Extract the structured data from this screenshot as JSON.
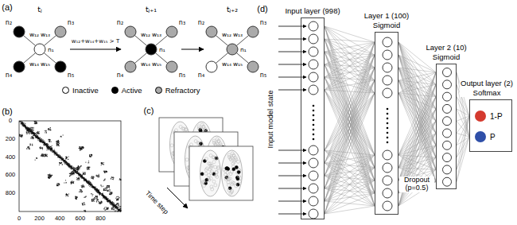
{
  "diagram": {
    "nodes": [
      {
        "text": [
          "Input layer (998)"
        ]
      },
      {
        "text": [
          "Layer 1 (100)",
          "Sigmoid"
        ]
      },
      {
        "text": [
          "Layer 2 (10)",
          "Sigmoid"
        ]
      },
      {
        "text": [
          "Output layer (2)",
          "Softmax",
          "1-P",
          "P"
        ]
      }
    ],
    "edges": [
      {
        "from": 0,
        "to": 1,
        "arrow": "none"
      },
      {
        "from": 1,
        "to": 2,
        "arrow": "none"
      },
      {
        "from": 2,
        "to": 3,
        "arrow": "none"
      }
    ],
    "labels": [
      "(a)",
      "tⱼ",
      "tⱼ₊₁",
      "tⱼ₊₂",
      "w₁₂+w₁₄+w₁₅ > T",
      "n₂",
      "n₃",
      "n₁",
      "w₁₂",
      "w₁₃",
      "w₁₄",
      "w₁₅",
      "n₄",
      "n₅",
      "n₂",
      "n₃",
      "n₁",
      "w₁₂",
      "w₁₃",
      "w₁₄",
      "w₁₅",
      "n₄",
      "n₅",
      "n₂",
      "n₃",
      "n₁",
      "w₁₂",
      "w₁₃",
      "w₁₄",
      "w₁₅",
      "n₄",
      "n₅",
      "(b)",
      "0",
      "200",
      "400",
      "600",
      "800",
      "0",
      "200",
      "400",
      "600",
      "800",
      "(c)",
      "Time step",
      "(d)",
      "Input model state",
      "Dropout (p=0.5)"
    ],
    "legend": [
      {
        "text": "Inactive",
        "color": "#ffffff"
      },
      {
        "text": "Active",
        "color": "#000000"
      },
      {
        "text": "Refractory",
        "color": "#aaaaaa"
      }
    ]
  }
}
